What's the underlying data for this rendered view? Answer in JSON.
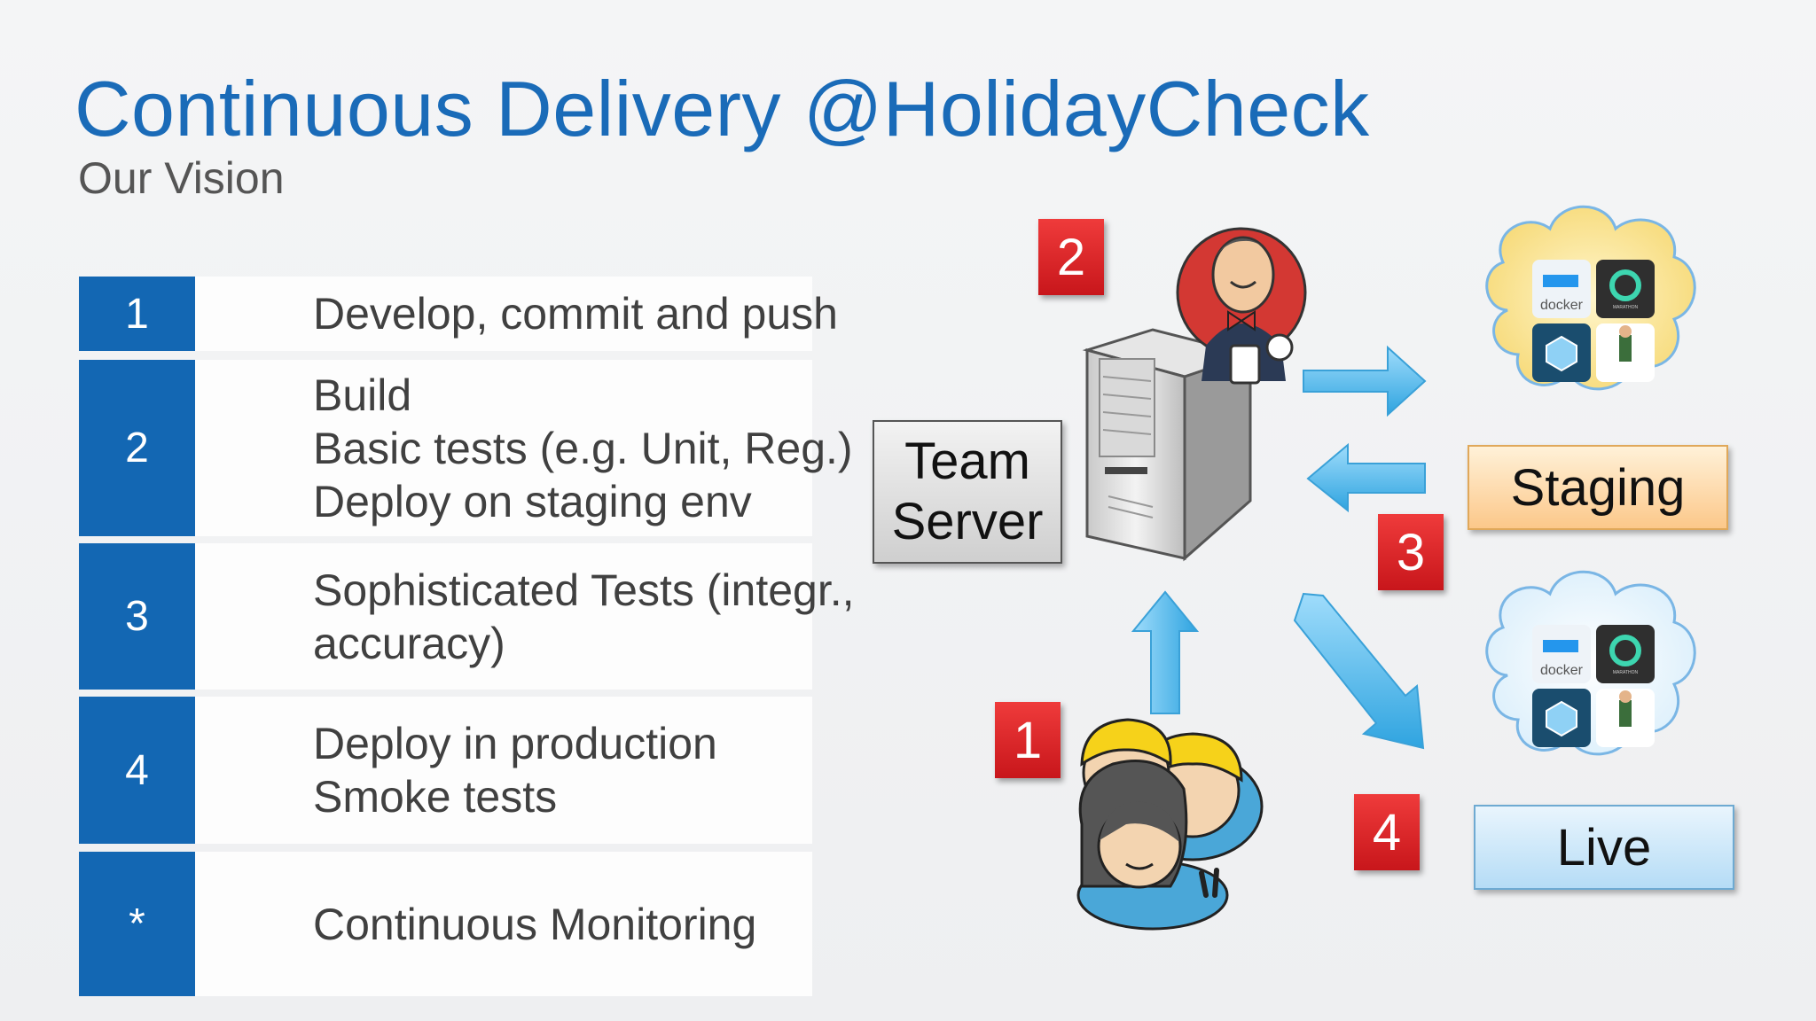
{
  "slide": {
    "title": "Continuous Delivery @HolidayCheck",
    "subtitle": "Our Vision"
  },
  "steps": [
    {
      "num": "1",
      "lines": [
        "Develop, commit and push"
      ]
    },
    {
      "num": "2",
      "lines": [
        "Build",
        "Basic tests (e.g. Unit, Reg.)",
        "Deploy on staging env"
      ]
    },
    {
      "num": "3",
      "lines": [
        "Sophisticated Tests (integr.,",
        "accuracy)"
      ]
    },
    {
      "num": "4",
      "lines": [
        "Deploy in production",
        "Smoke tests"
      ]
    },
    {
      "num": "*",
      "lines": [
        "Continuous Monitoring"
      ]
    }
  ],
  "diagram": {
    "team_server": [
      "Team",
      "Server"
    ],
    "staging": "Staging",
    "live": "Live",
    "badges": [
      "1",
      "2",
      "3",
      "4"
    ],
    "cloud_icons": [
      "docker",
      "MARATHON"
    ]
  },
  "colors": {
    "title": "#1a6bb8",
    "number_column": "#1367b3",
    "badge": "#d9262a",
    "arrow": "#49b4e8"
  }
}
